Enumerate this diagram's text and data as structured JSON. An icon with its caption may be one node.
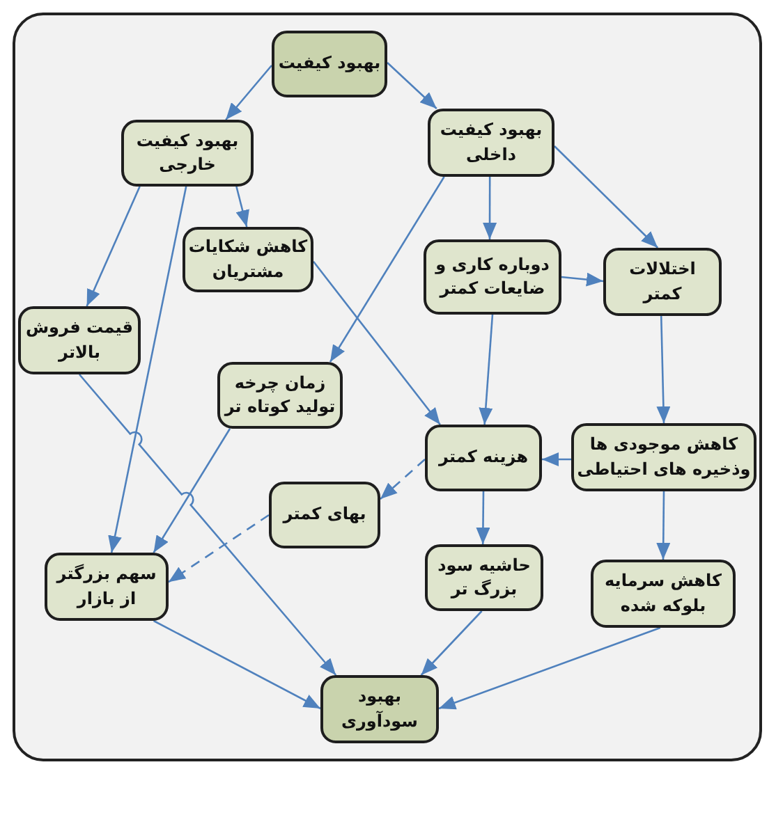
{
  "diagram": {
    "nodes": [
      {
        "text": [
          "بهبود کیفیت"
        ]
      },
      {
        "text": [
          "بهبود کیفیت خارجی"
        ]
      },
      {
        "text": [
          "بهبود کیفیت داخلی"
        ]
      },
      {
        "text": [
          "کاهش شکایات مشتریان"
        ]
      },
      {
        "text": [
          "دوباره کاری و ضایعات کمتر"
        ]
      },
      {
        "text": [
          "اختلالات کمتر"
        ]
      },
      {
        "text": [
          "قیمت فروش بالاتر"
        ]
      },
      {
        "text": [
          "زمان چرخه تولید کوتاه تر"
        ]
      },
      {
        "text": [
          "کاهش موجودی ها وذخیره های احتیاطی"
        ]
      },
      {
        "text": [
          "هزینه کمتر"
        ]
      },
      {
        "text": [
          "بهای کمتر"
        ]
      },
      {
        "text": [
          "سهم بزرگتر از بازار"
        ]
      },
      {
        "text": [
          "حاشیه سود بزرگ تر"
        ]
      },
      {
        "text": [
          "کاهش سرمایه بلوکه شده"
        ]
      },
      {
        "text": [
          "بهبود سودآوری"
        ]
      }
    ],
    "edges": [
      {
        "from": 0,
        "to": 1,
        "arrow": "to"
      },
      {
        "from": 0,
        "to": 2,
        "arrow": "to"
      },
      {
        "from": 1,
        "to": 3,
        "arrow": "to"
      },
      {
        "from": 1,
        "to": 6,
        "arrow": "to"
      },
      {
        "from": 1,
        "to": 11,
        "arrow": "to"
      },
      {
        "from": 2,
        "to": 4,
        "arrow": "to"
      },
      {
        "from": 2,
        "to": 5,
        "arrow": "to"
      },
      {
        "from": 2,
        "to": 7,
        "arrow": "to"
      },
      {
        "from": 3,
        "to": 9,
        "arrow": "to"
      },
      {
        "from": 4,
        "to": 5,
        "arrow": "to"
      },
      {
        "from": 4,
        "to": 9,
        "arrow": "to"
      },
      {
        "from": 5,
        "to": 8,
        "arrow": "to"
      },
      {
        "from": 8,
        "to": 9,
        "arrow": "to"
      },
      {
        "from": 8,
        "to": 13,
        "arrow": "to"
      },
      {
        "from": 9,
        "to": 12,
        "arrow": "to"
      },
      {
        "from": 9,
        "to": 10,
        "arrow": "to",
        "style": "dashed"
      },
      {
        "from": 10,
        "to": 11,
        "arrow": "to",
        "style": "dashed"
      },
      {
        "from": 7,
        "to": 11,
        "arrow": "to"
      },
      {
        "from": 6,
        "to": 14,
        "arrow": "to"
      },
      {
        "from": 11,
        "to": 14,
        "arrow": "to"
      },
      {
        "from": 12,
        "to": 14,
        "arrow": "to"
      },
      {
        "from": 13,
        "to": 14,
        "arrow": "to"
      }
    ]
  }
}
